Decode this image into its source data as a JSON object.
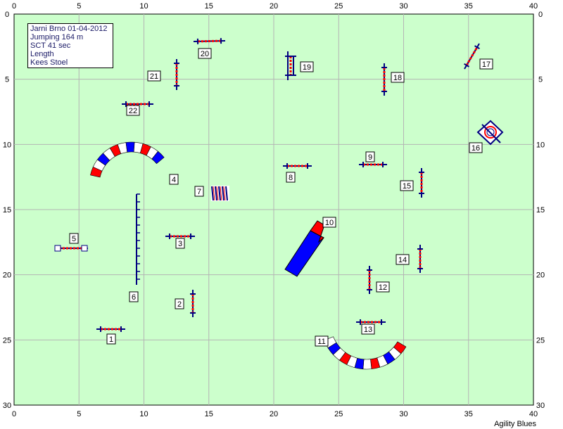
{
  "info": {
    "line1": "Jarni Brno 01-04-2012",
    "line2": "Jumping 164 m",
    "line3": "SCT 41 sec",
    "line4": "Length",
    "line5": "Kees Stoel"
  },
  "brand": "Agility Blues",
  "axis": {
    "x_ticks": [
      "0",
      "5",
      "10",
      "15",
      "20",
      "25",
      "30",
      "35",
      "40"
    ],
    "y_ticks": [
      "0",
      "5",
      "10",
      "15",
      "20",
      "25",
      "30"
    ]
  },
  "colors": {
    "field": "#ccffcc",
    "grid": "#b4b4b4",
    "pole_blue": "#000080",
    "pole_red": "#ff0000",
    "tunnel_blue": "#0000ff",
    "tunnel_red": "#ff0000"
  },
  "obstacles": [
    {
      "num": "1"
    },
    {
      "num": "2"
    },
    {
      "num": "3"
    },
    {
      "num": "4"
    },
    {
      "num": "5"
    },
    {
      "num": "6"
    },
    {
      "num": "7"
    },
    {
      "num": "8"
    },
    {
      "num": "9"
    },
    {
      "num": "10"
    },
    {
      "num": "11"
    },
    {
      "num": "12"
    },
    {
      "num": "13"
    },
    {
      "num": "14"
    },
    {
      "num": "15"
    },
    {
      "num": "16"
    },
    {
      "num": "17"
    },
    {
      "num": "18"
    },
    {
      "num": "19"
    },
    {
      "num": "20"
    },
    {
      "num": "21"
    },
    {
      "num": "22"
    }
  ]
}
